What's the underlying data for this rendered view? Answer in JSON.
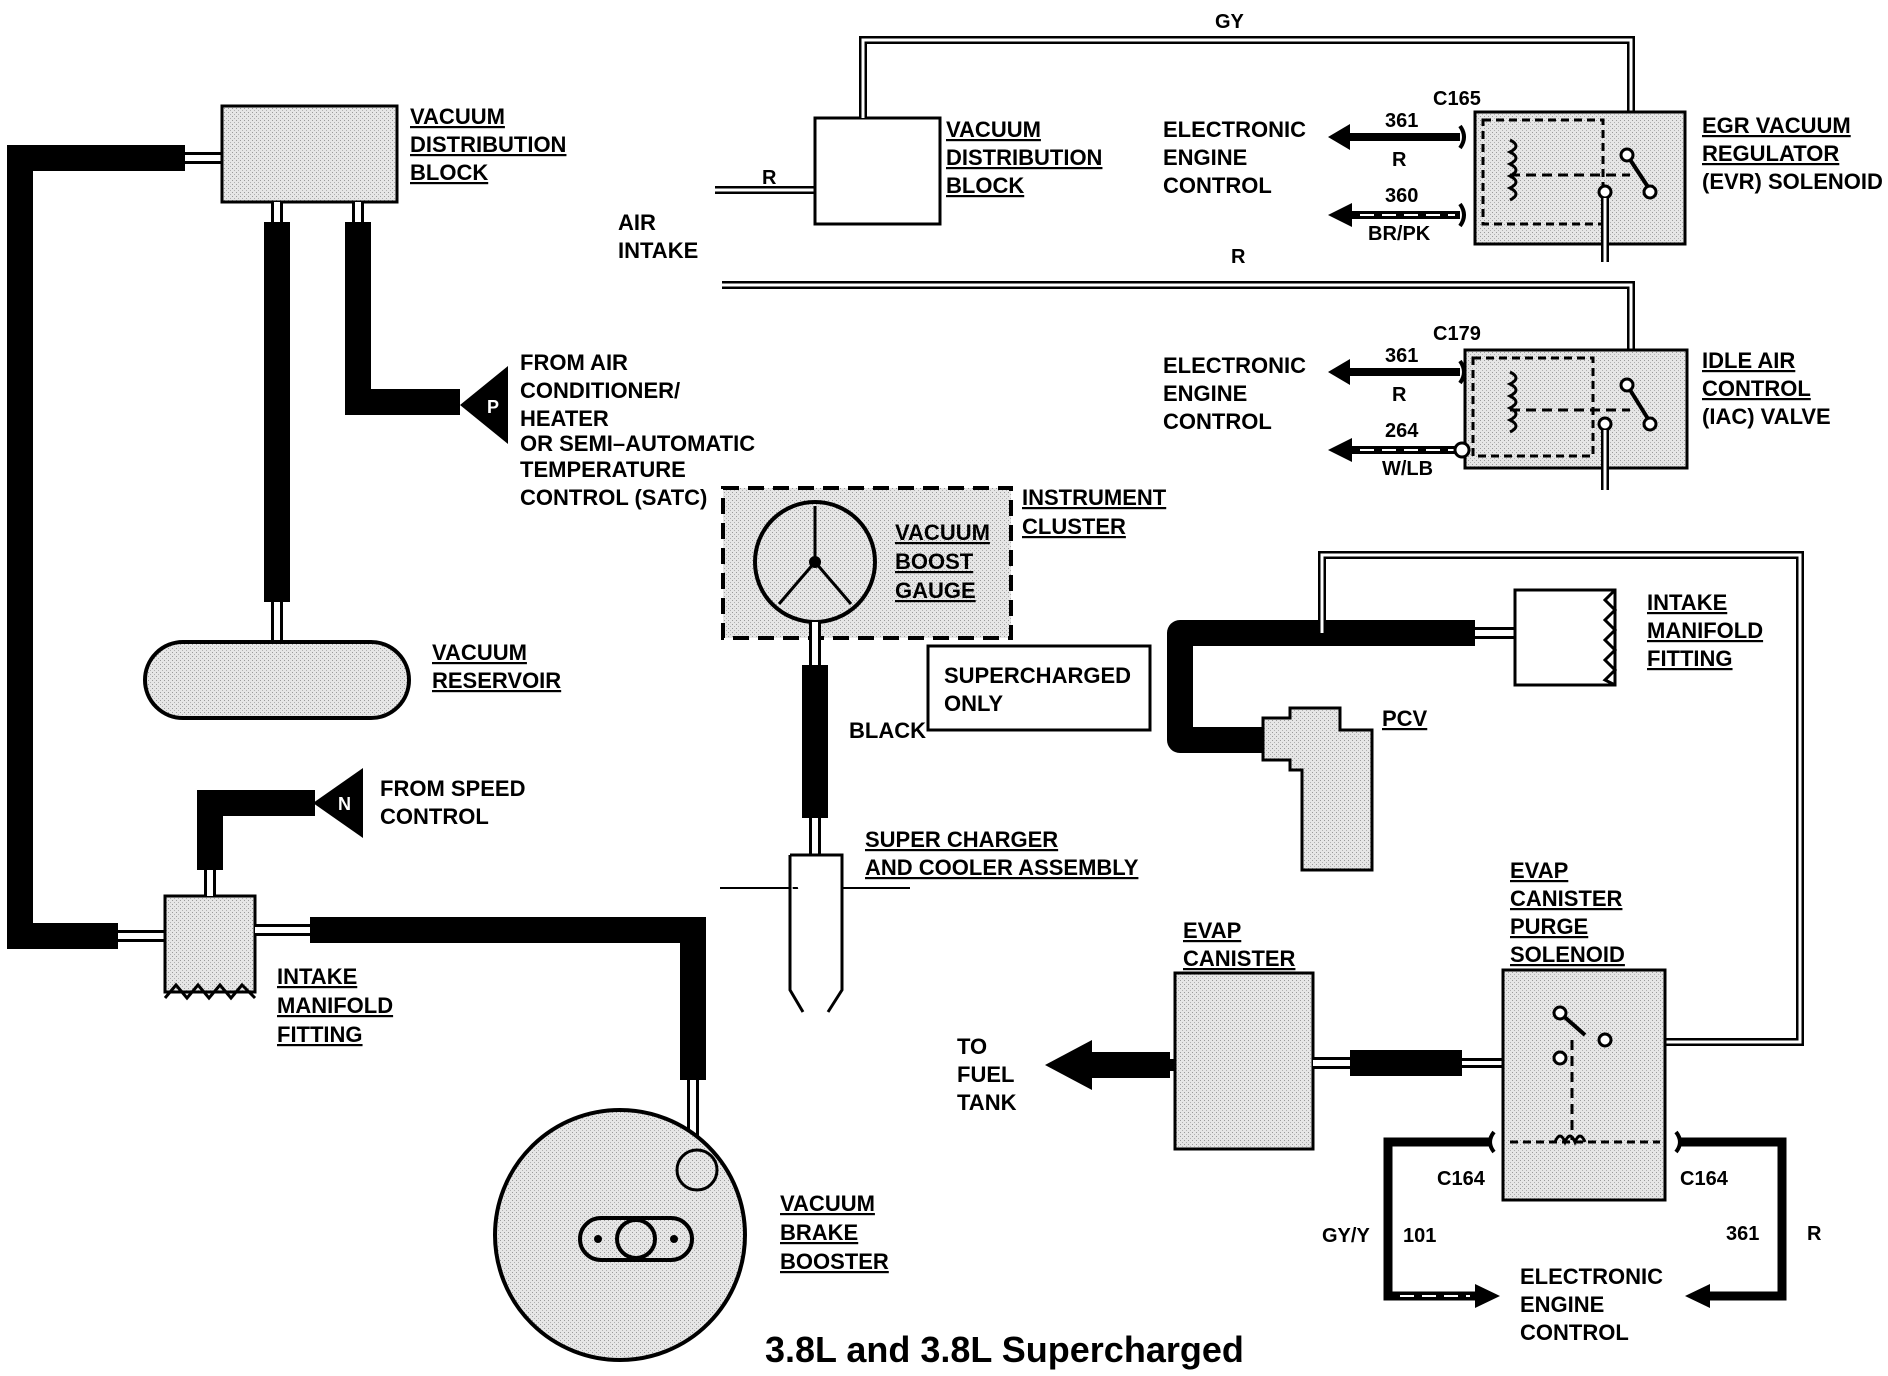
{
  "title": "3.8L and 3.8L Supercharged",
  "labels": {
    "vdb_left": [
      "VACUUM",
      "DISTRIBUTION",
      "BLOCK"
    ],
    "vdb_right": [
      "VACUUM",
      "DISTRIBUTION",
      "BLOCK"
    ],
    "air_intake": [
      "AIR",
      "INTAKE"
    ],
    "from_ac": [
      "FROM AIR",
      "CONDITIONER/",
      "HEATER",
      "OR SEMI–AUTOMATIC",
      "TEMPERATURE",
      "CONTROL (SATC)"
    ],
    "vacuum_reservoir": [
      "VACUUM",
      "RESERVOIR"
    ],
    "from_speed": [
      "FROM SPEED",
      "CONTROL"
    ],
    "intake_manifold_left": [
      "INTAKE",
      "MANIFOLD",
      "FITTING"
    ],
    "brake_booster": [
      "VACUUM",
      "BRAKE",
      "BOOSTER"
    ],
    "instrument_cluster": [
      "INSTRUMENT",
      "CLUSTER"
    ],
    "boost_gauge": [
      "VACUUM",
      "BOOST",
      "GAUGE"
    ],
    "supercharged_only": [
      "SUPERCHARGED",
      "ONLY"
    ],
    "black": "BLACK",
    "supercharger": [
      "SUPER CHARGER",
      "AND COOLER ASSEMBLY"
    ],
    "eec_1": [
      "ELECTRONIC",
      "ENGINE",
      "CONTROL"
    ],
    "eec_2": [
      "ELECTRONIC",
      "ENGINE",
      "CONTROL"
    ],
    "eec_3": [
      "ELECTRONIC",
      "ENGINE",
      "CONTROL"
    ],
    "evr": [
      "EGR VACUUM",
      "REGULATOR",
      "(EVR) SOLENOID"
    ],
    "iac": [
      "IDLE AIR",
      "CONTROL",
      "(IAC) VALVE"
    ],
    "intake_manifold_right": [
      "INTAKE",
      "MANIFOLD",
      "FITTING"
    ],
    "pcv": "PCV",
    "evap_canister": [
      "EVAP",
      "CANISTER"
    ],
    "evap_purge": [
      "EVAP",
      "CANISTER",
      "PURGE",
      "SOLENOID"
    ],
    "to_fuel_tank": [
      "TO",
      "FUEL",
      "TANK"
    ]
  },
  "wires": {
    "gy": "GY",
    "r_left": "R",
    "r_mid": "R",
    "c165": "C165",
    "c179": "C179",
    "c164_left": "C164",
    "c164_right": "C164",
    "w361_a": "361",
    "r_a": "R",
    "w360": "360",
    "brpk": "BR/PK",
    "w361_b": "361",
    "r_b": "R",
    "w264": "264",
    "wlb": "W/LB",
    "gyy": "GY/Y",
    "w101": "101",
    "w361_c": "361",
    "r_c": "R"
  },
  "symbols": {
    "p": "P",
    "n": "N"
  }
}
